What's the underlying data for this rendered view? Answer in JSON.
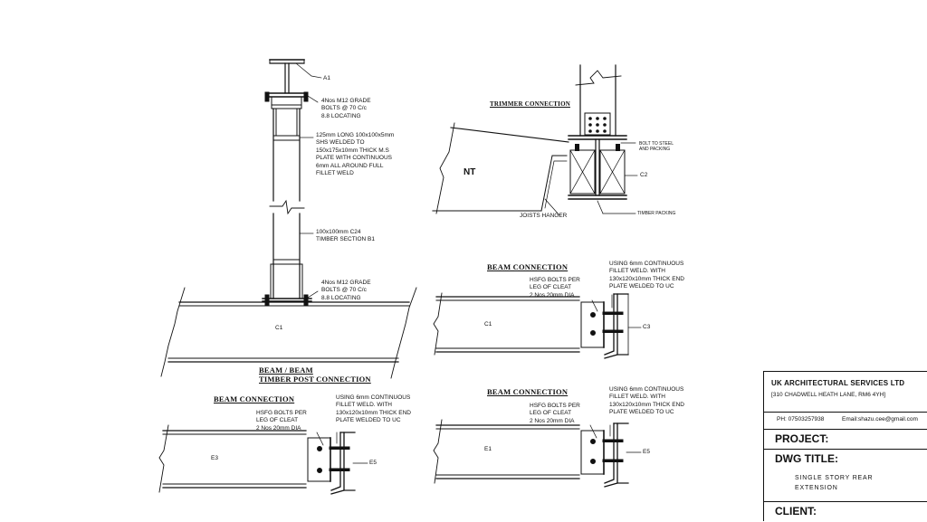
{
  "details": {
    "post": {
      "a1": "A1",
      "bolts_top": "4Nos M12 GRADE\nBOLTS @ 70 C/c\n8.8 LOCATING",
      "shs": "125mm LONG 100x100x5mm\nSHS WELDED TO\n150x175x10mm THICK M.S\nPLATE WITH CONTINUOUS\n6mm ALL AROUND FULL\nFILLET WELD",
      "timber": "100x100mm C24\nTIMBER SECTION B1",
      "bolts_bottom": "4Nos M12 GRADE\nBOLTS @ 70 C/c\n8.8 LOCATING",
      "beam": "C1",
      "title": "BEAM / BEAM\nTIMBER POST CONNECTION"
    },
    "trimmer": {
      "title": "TRIMMER CONNECTION",
      "bolt_note": "BOLT TO STEEL\nAND PACKING",
      "nt": "NT",
      "c2": "C2",
      "hanger": "JOISTS HANGER",
      "packing": "TIMBER PACKING"
    },
    "beam_c1": {
      "title": "BEAM CONNECTION",
      "weld_note": "USING 6mm CONTINUOUS\nFILLET WELD. WITH\n130x120x10mm THICK END\nPLATE WELDED TO UC",
      "bolt_note": "HSFG BOLTS PER\nLEG OF CLEAT\n2 Nos 20mm DIA",
      "beam": "C1",
      "column": "C3"
    },
    "beam_e3": {
      "title": "BEAM CONNECTION",
      "weld_note": "USING 6mm CONTINUOUS\nFILLET WELD. WITH\n130x120x10mm THICK END\nPLATE WELDED TO UC",
      "bolt_note": "HSFG BOLTS PER\nLEG OF CLEAT\n2 Nos 20mm DIA",
      "beam": "E3",
      "column": "E5"
    },
    "beam_e1": {
      "title": "BEAM CONNECTION",
      "weld_note": "USING 6mm CONTINUOUS\nFILLET WELD. WITH\n130x120x10mm THICK END\nPLATE WELDED TO UC",
      "bolt_note": "HSFG BOLTS PER\nLEG OF CLEAT\n2 Nos 20mm DIA",
      "beam": "E1",
      "column": "E5"
    }
  },
  "title_block": {
    "company": "UK ARCHITECTURAL SERVICES LTD",
    "address": "[310 CHADWELL HEATH LANE, RM6 4YH]",
    "phone": "PH: 07503257938",
    "email": "Email:shazu.cee@gmail.com",
    "project_label": "PROJECT:",
    "dwg_title_label": "DWG TITLE:",
    "dwg_title_value": "SINGLE STORY REAR\nEXTENSION",
    "client_label": "CLIENT:"
  }
}
